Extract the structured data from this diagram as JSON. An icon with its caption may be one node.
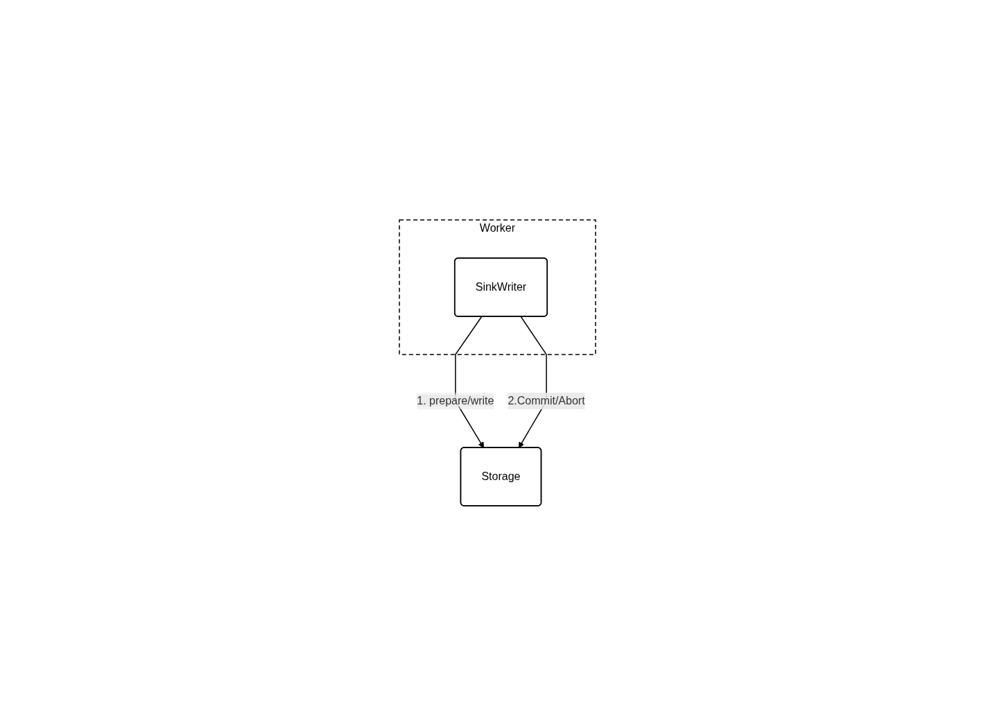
{
  "diagram": {
    "nodes": [
      {
        "text": [
          "Worker"
        ]
      },
      {
        "text": [
          "SinkWriter"
        ],
        "in": 0
      },
      {
        "text": [
          "Storage"
        ]
      }
    ],
    "edges": [
      {
        "from": 1,
        "to": 2,
        "arrow": "to",
        "label": "1. prepare/write"
      },
      {
        "from": 1,
        "to": 2,
        "arrow": "to",
        "label": "2.Commit/Abort"
      }
    ]
  }
}
